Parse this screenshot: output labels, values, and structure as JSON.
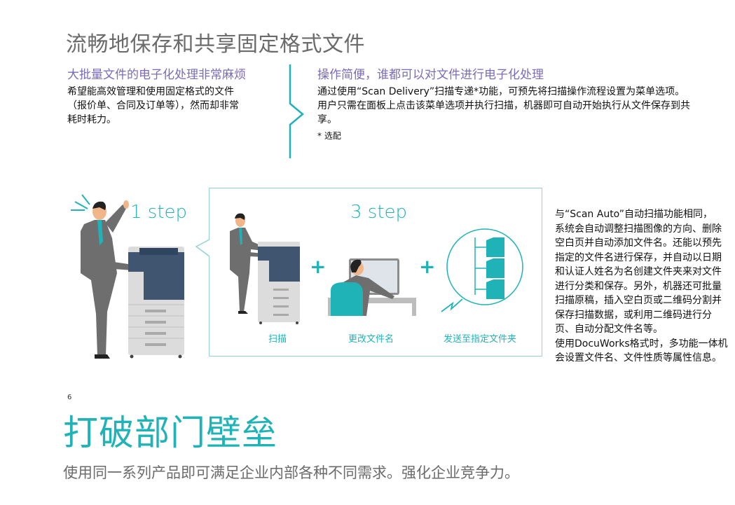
{
  "section_top": {
    "title": "流畅地保存和共享固定格式文件",
    "problem": {
      "heading": "大批量文件的电子化处理非常麻烦",
      "lines": [
        "希望能高效管理和使用固定格式的文件",
        "（报价单、合同及订单等），然而却非常",
        "耗时耗力。"
      ]
    },
    "solution": {
      "heading": "操作简便，谁都可以对文件进行电子化处理",
      "lines": [
        "通过使用“Scan Delivery”扫描专递*功能，可预先将扫描操作流程设置为菜单选项。",
        "用户只需在面板上点击该菜单选项并执行扫描，机器即可自动开始执行从文件保存到共",
        "享。"
      ],
      "footnote": "* 选配"
    }
  },
  "illustration": {
    "one_step_label": "1 step",
    "three_step_label": "3 step",
    "plus_symbol": "+",
    "steps": [
      {
        "caption": "扫描",
        "icon": "scanner-icon"
      },
      {
        "caption": "更改文件名",
        "icon": "computer-user-icon"
      },
      {
        "caption": "发送至指定文件夹",
        "icon": "folder-tree-icon"
      }
    ],
    "accent_color": "#1fb3b8",
    "box_border_color": "#8fd3d6"
  },
  "side_description": {
    "lines": [
      "与“Scan Auto”自动扫描功能相同，",
      "系统会自动调整扫描图像的方向、删除",
      "空白页并自动添加文件名。还能以预先",
      "指定的文件名进行保存，并自动以日期",
      "和认证人姓名为名创建文件夹来对文件",
      "进行分类和保存。另外，机器还可批量",
      "扫描原稿，插入空白页或二维码分割并",
      "保存扫描数据，或利用二维码进行分",
      "页、自动分配文件名等。",
      "使用DocuWorks格式时，多功能一体机",
      "会设置文件名、文件性质等属性信息。"
    ]
  },
  "section_bottom": {
    "page_number": "6",
    "heading": "打破部门壁垒",
    "subheading": "使用同一系列产品即可满足企业内部各种不同需求。强化企业竞争力。"
  }
}
